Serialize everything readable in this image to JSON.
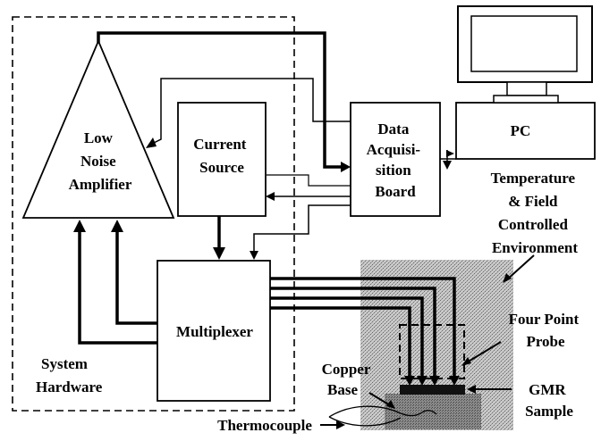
{
  "labels": {
    "amplifier": [
      "Low",
      "Noise",
      "Amplifier"
    ],
    "current_source": [
      "Current",
      "Source"
    ],
    "daq": [
      "Data",
      "Acquisi-",
      "sition",
      "Board"
    ],
    "pc": "PC",
    "environment": [
      "Temperature",
      "& Field",
      "Controlled",
      "Environment"
    ],
    "multiplexer": "Multiplexer",
    "system_hardware": [
      "System",
      "Hardware"
    ],
    "four_point_probe": [
      "Four Point",
      "Probe"
    ],
    "copper_base": [
      "Copper",
      "Base"
    ],
    "gmr_sample": [
      "GMR",
      "Sample"
    ],
    "thermocouple": "Thermocouple"
  }
}
